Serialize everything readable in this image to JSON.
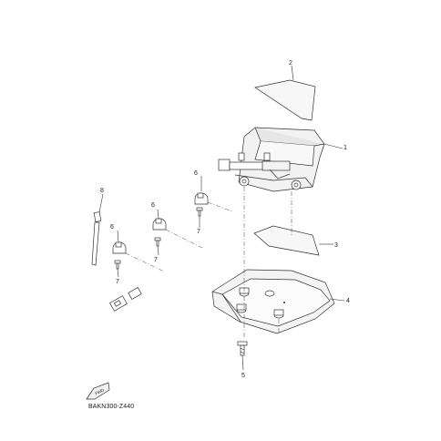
{
  "diagram": {
    "callouts": {
      "p1": "1",
      "p2": "2",
      "p3": "3",
      "p4": "4",
      "p5": "5",
      "p6a": "6",
      "p6b": "6",
      "p6c": "6",
      "p7a": "7",
      "p7b": "7",
      "p7c": "7",
      "p8": "8"
    },
    "drawing_code": "BAKN300-Z440",
    "front_badge": "FWD"
  }
}
